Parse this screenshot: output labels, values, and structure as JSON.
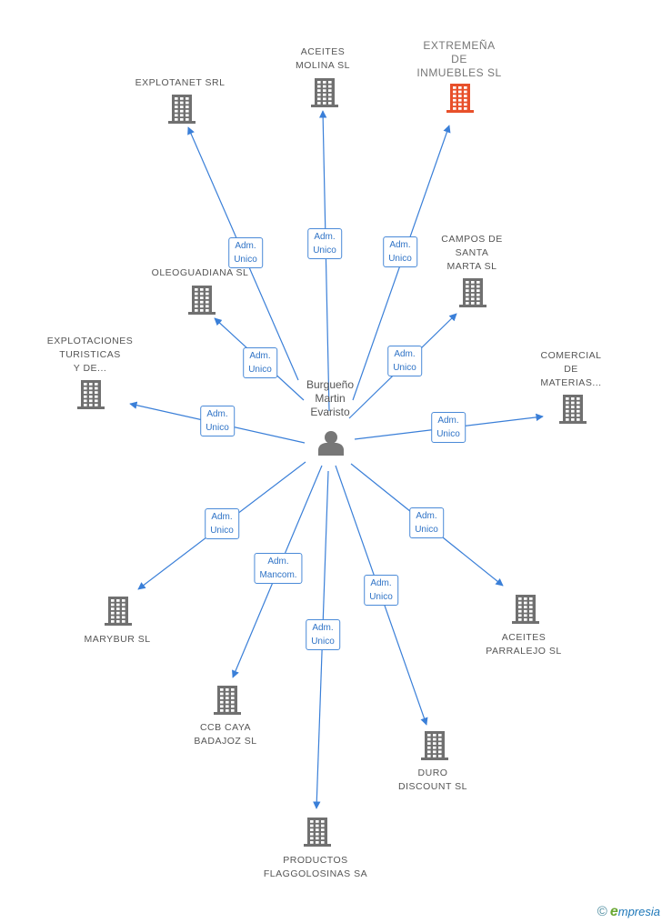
{
  "diagram": {
    "center": {
      "name_lines": [
        "Burgueño",
        "Martin",
        "Evaristo"
      ],
      "icon": "person-icon",
      "color": "#777777"
    },
    "colors": {
      "edge": "#3a7fd8",
      "building": "#707070",
      "highlight_building": "#e8502a"
    },
    "nodes": [
      {
        "id": "explotanet",
        "lines": [
          "EXPLOTANET SRL"
        ],
        "role_lines": [
          "Adm.",
          "Unico"
        ],
        "highlight": false
      },
      {
        "id": "aceites-molina",
        "lines": [
          "ACEITES",
          "MOLINA SL"
        ],
        "role_lines": [
          "Adm.",
          "Unico"
        ],
        "highlight": false
      },
      {
        "id": "extremena",
        "lines": [
          "EXTREMEÑA",
          "DE",
          "INMUEBLES SL"
        ],
        "role_lines": [
          "Adm.",
          "Unico"
        ],
        "highlight": true
      },
      {
        "id": "oleoguadiana",
        "lines": [
          "OLEOGUADIANA SL"
        ],
        "role_lines": [
          "Adm.",
          "Unico"
        ],
        "highlight": false
      },
      {
        "id": "campos",
        "lines": [
          "CAMPOS DE",
          "SANTA",
          "MARTA SL"
        ],
        "role_lines": [
          "Adm.",
          "Unico"
        ],
        "highlight": false
      },
      {
        "id": "explotaciones",
        "lines": [
          "EXPLOTACIONES",
          "TURISTICAS",
          "Y DE..."
        ],
        "role_lines": [
          "Adm.",
          "Unico"
        ],
        "highlight": false
      },
      {
        "id": "comercial",
        "lines": [
          "COMERCIAL",
          "DE",
          "MATERIAS..."
        ],
        "role_lines": [
          "Adm.",
          "Unico"
        ],
        "highlight": false
      },
      {
        "id": "marybur",
        "lines": [
          "MARYBUR SL"
        ],
        "role_lines": [
          "Adm.",
          "Unico"
        ],
        "highlight": false
      },
      {
        "id": "aceites-parralejo",
        "lines": [
          "ACEITES",
          "PARRALEJO SL"
        ],
        "role_lines": [
          "Adm.",
          "Unico"
        ],
        "highlight": false
      },
      {
        "id": "ccb",
        "lines": [
          "CCB CAYA",
          "BADAJOZ SL"
        ],
        "role_lines": [
          "Adm.",
          "Mancom."
        ],
        "highlight": false
      },
      {
        "id": "duro",
        "lines": [
          "DURO",
          "DISCOUNT SL"
        ],
        "role_lines": [
          "Adm.",
          "Unico"
        ],
        "highlight": false
      },
      {
        "id": "productos",
        "lines": [
          "PRODUCTOS",
          "FLAGGOLOSINAS SA"
        ],
        "role_lines": [
          "Adm.",
          "Unico"
        ],
        "highlight": false
      }
    ]
  },
  "footer": {
    "copyright_symbol": "©",
    "brand_initial": "e",
    "brand_rest": "mpresia"
  }
}
